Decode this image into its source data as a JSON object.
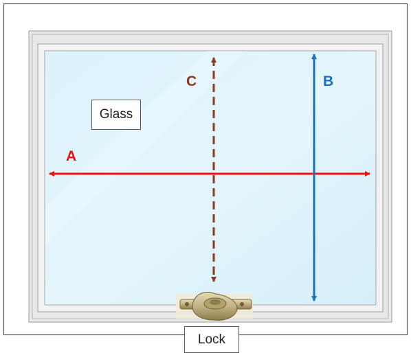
{
  "labels": {
    "glass": "Glass",
    "lock": "Lock"
  },
  "dimensions": {
    "a": "A",
    "b": "B",
    "c": "C"
  },
  "colors": {
    "a": "#ee1111",
    "b": "#1a72bd",
    "c": "#8b3a22",
    "glass": "#def3fb",
    "frame": "#e8e8e8",
    "lock_hardware": "#c2b183"
  },
  "icons": {
    "lock": "sash-lock-icon"
  }
}
